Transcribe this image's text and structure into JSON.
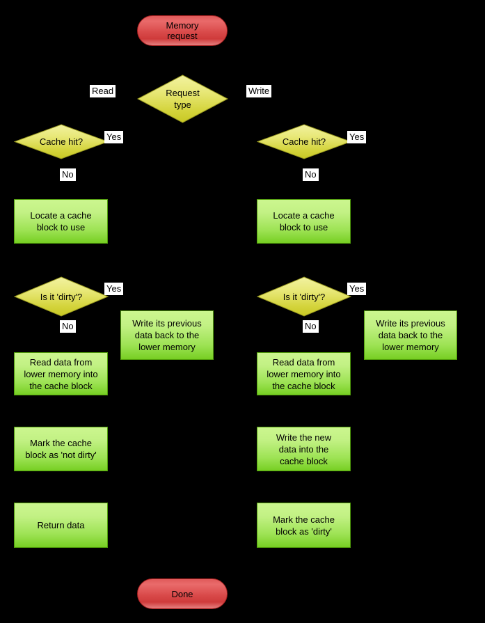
{
  "diagram": {
    "title": "Cache memory request handling flowchart",
    "background_color": "#000000",
    "colors": {
      "terminator_fill": "#d94a4a",
      "terminator_stroke": "#a62020",
      "process_fill": "#9ee355",
      "process_stroke": "#4f9c0a",
      "decision_fill": "#dede54",
      "decision_stroke": "#9a9a20",
      "edge_label_bg": "#ffffff",
      "text": "#000000",
      "connector": "#000000"
    },
    "nodes": {
      "start": {
        "label": "Memory\nrequest",
        "line1": "Memory",
        "line2": "request",
        "type": "terminator"
      },
      "request_type": {
        "line1": "Request",
        "line2": "type",
        "type": "decision"
      },
      "cache_hit_read": {
        "line1": "Cache hit?",
        "type": "decision"
      },
      "cache_hit_write": {
        "line1": "Cache hit?",
        "type": "decision"
      },
      "locate_read": {
        "line1": "Locate a cache",
        "line2": "block to use",
        "type": "process"
      },
      "locate_write": {
        "line1": "Locate a cache",
        "line2": "block to use",
        "type": "process"
      },
      "dirty_read": {
        "line1": "Is it 'dirty'?",
        "type": "decision"
      },
      "dirty_write": {
        "line1": "Is it 'dirty'?",
        "type": "decision"
      },
      "writeback_read": {
        "line1": "Write its previous",
        "line2": "data back to the",
        "line3": "lower memory",
        "type": "process"
      },
      "writeback_write": {
        "line1": "Write its previous",
        "line2": "data back to the",
        "line3": "lower memory",
        "type": "process"
      },
      "read_lower_read": {
        "line1": "Read data from",
        "line2": "lower memory into",
        "line3": "the cache block",
        "type": "process"
      },
      "read_lower_write": {
        "line1": "Read data from",
        "line2": "lower memory into",
        "line3": "the cache block",
        "type": "process"
      },
      "mark_not_dirty": {
        "line1": "Mark the cache",
        "line2": "block as 'not dirty'",
        "type": "process"
      },
      "write_new_data": {
        "line1": "Write the new",
        "line2": "data into the",
        "line3": "cache block",
        "type": "process"
      },
      "return_data": {
        "line1": "Return data",
        "type": "process"
      },
      "mark_dirty": {
        "line1": "Mark the cache",
        "line2": "block as 'dirty'",
        "type": "process"
      },
      "done": {
        "line1": "Done",
        "type": "terminator"
      }
    },
    "edge_labels": {
      "read": "Read",
      "write": "Write",
      "hit_read_yes": "Yes",
      "hit_read_no": "No",
      "hit_write_yes": "Yes",
      "hit_write_no": "No",
      "dirty_read_yes": "Yes",
      "dirty_read_no": "No",
      "dirty_write_yes": "Yes",
      "dirty_write_no": "No"
    }
  }
}
